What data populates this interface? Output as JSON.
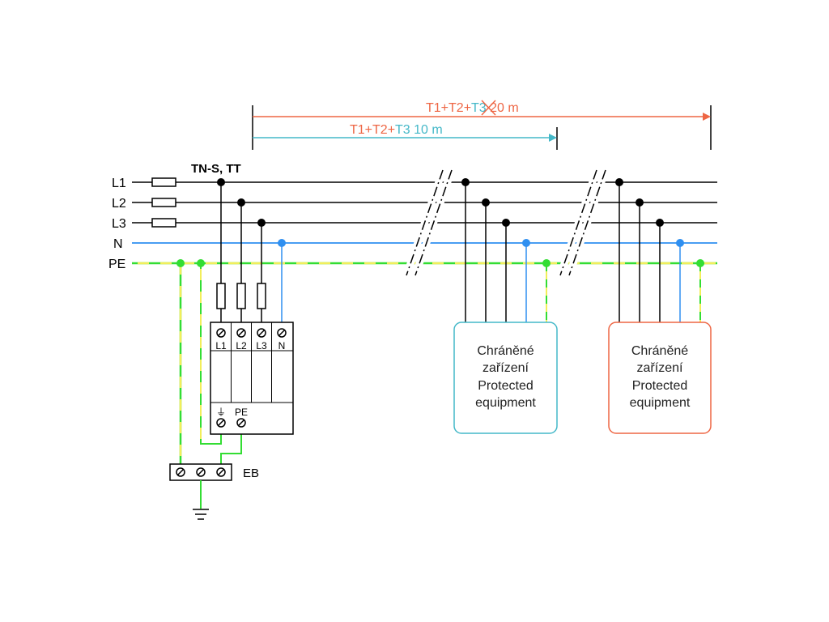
{
  "colors": {
    "phase": "#000000",
    "neutral": "#2f8ff0",
    "pe_green": "#33dd33",
    "pe_yellow": "#f2ee5a",
    "orange": "#ee6644",
    "teal": "#44b8c8"
  },
  "system_label": "TN-S, TT",
  "conductors": [
    "L1",
    "L2",
    "L3",
    "N",
    "PE"
  ],
  "dimension_20m": {
    "part1": "T1+T2+",
    "part2": "T3",
    "part3": " 20 m"
  },
  "dimension_10m": {
    "part1": "T1+T2+",
    "part2": "T3 10 m"
  },
  "spd": {
    "terminals": [
      "L1",
      "L2",
      "L3",
      "N"
    ],
    "earth_symbol": "⏚",
    "pe_label": "PE"
  },
  "earth_bar_label": "EB",
  "device_1": {
    "line1": "Chráněné",
    "line2": "zařízení",
    "line3": "Protected",
    "line4": "equipment"
  },
  "device_2": {
    "line1": "Chráněné",
    "line2": "zařízení",
    "line3": "Protected",
    "line4": "equipment"
  }
}
